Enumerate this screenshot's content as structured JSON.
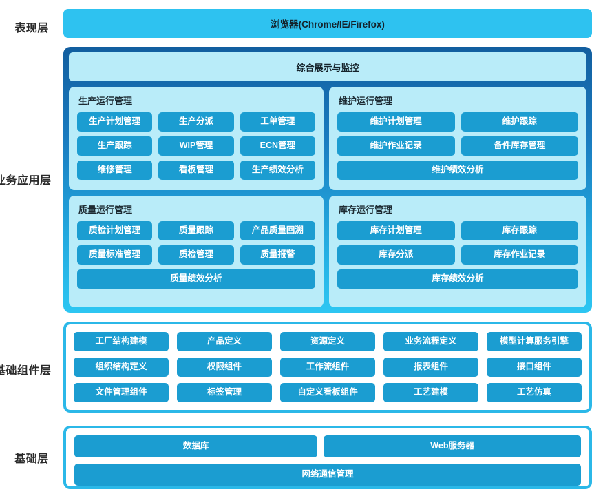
{
  "layers": {
    "presentation": {
      "label": "表现层",
      "bar": "浏览器(Chrome/IE/Firefox)"
    },
    "business": {
      "label": "业务应用层",
      "overview_band": "综合展示与监控",
      "panels": [
        {
          "title": "生产运行管理",
          "rows": [
            [
              "生产计划管理",
              "生产分派",
              "工单管理"
            ],
            [
              "生产跟踪",
              "WIP管理",
              "ECN管理"
            ],
            [
              "维修管理",
              "看板管理",
              "生产绩效分析"
            ]
          ]
        },
        {
          "title": "维护运行管理",
          "rows": [
            [
              "维护计划管理",
              "维护跟踪"
            ],
            [
              "维护作业记录",
              "备件库存管理"
            ],
            [
              "维护绩效分析"
            ]
          ]
        },
        {
          "title": "质量运行管理",
          "rows": [
            [
              "质检计划管理",
              "质量跟踪",
              "产品质量回溯"
            ],
            [
              "质量标准管理",
              "质检管理",
              "质量报警"
            ],
            [
              "质量绩效分析"
            ]
          ]
        },
        {
          "title": "库存运行管理",
          "rows": [
            [
              "库存计划管理",
              "库存跟踪"
            ],
            [
              "库存分派",
              "库存作业记录"
            ],
            [
              "库存绩效分析"
            ]
          ]
        }
      ]
    },
    "components": {
      "label": "基础组件层",
      "items": [
        "工厂结构建模",
        "产品定义",
        "资源定义",
        "业务流程定义",
        "模型计算服务引擎",
        "组织结构定义",
        "权限组件",
        "工作流组件",
        "报表组件",
        "接口组件",
        "文件管理组件",
        "标签管理",
        "自定义看板组件",
        "工艺建模",
        "工艺仿真"
      ]
    },
    "base": {
      "label": "基础层",
      "row1": [
        "数据库",
        "Web服务器"
      ],
      "row2": [
        "网络通信管理"
      ]
    }
  },
  "colors": {
    "tile_blue": "#1b9dd1",
    "bright_cyan": "#2ec2f0",
    "panel_light_cyan": "#b9ecf9",
    "border_cyan": "#2bb8e8",
    "gradient_top": "#125e9f",
    "gradient_bottom": "#2dc6f2",
    "text_dark": "#15232b"
  }
}
